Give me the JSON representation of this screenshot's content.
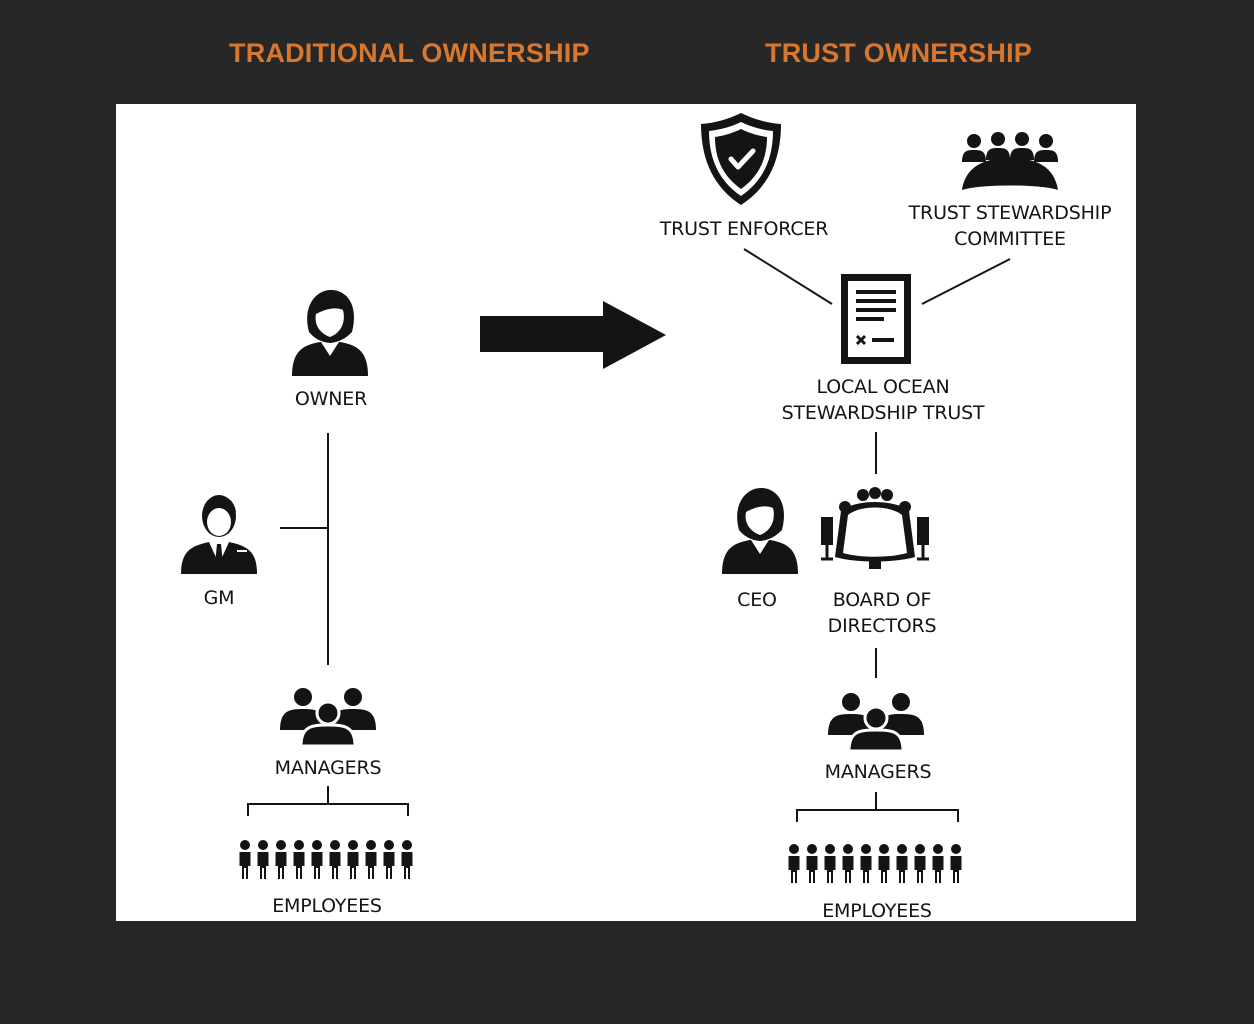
{
  "headings": {
    "traditional": "TRADITIONAL OWNERSHIP",
    "trust": "TRUST OWNERSHIP"
  },
  "traditional": {
    "owner": "OWNER",
    "gm": "GM",
    "managers": "MANAGERS",
    "employees": "EMPLOYEES"
  },
  "trust": {
    "enforcer": "TRUST ENFORCER",
    "committee_line1": "TRUST STEWARDSHIP",
    "committee_line2": "COMMITTEE",
    "trust_line1": "LOCAL OCEAN",
    "trust_line2": "STEWARDSHIP TRUST",
    "ceo": "CEO",
    "board_line1": "BOARD OF",
    "board_line2": "DIRECTORS",
    "managers": "MANAGERS",
    "employees": "EMPLOYEES"
  },
  "colors": {
    "background": "#272727",
    "heading": "#d9772e",
    "panel": "#ffffff",
    "ink": "#141414"
  },
  "icons": [
    "woman-icon",
    "businessman-icon",
    "group-icon",
    "employees-icon",
    "shield-check-icon",
    "committee-icon",
    "document-icon",
    "board-table-icon",
    "arrow-right-icon"
  ]
}
